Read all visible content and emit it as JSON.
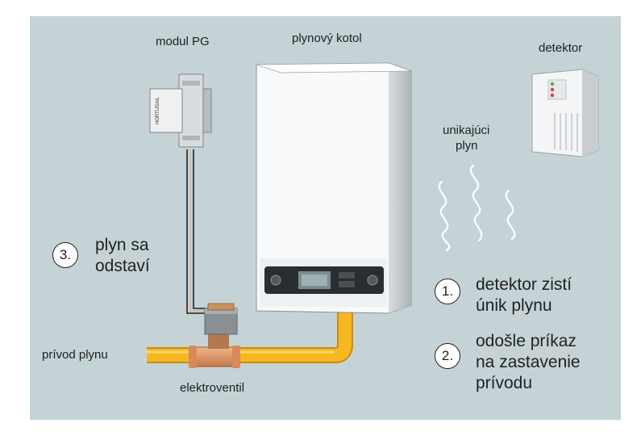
{
  "labels": {
    "modul": "modul PG",
    "kotol": "plynový kotol",
    "detektor": "detektor",
    "unikajuci_1": "unikajúci",
    "unikajuci_2": "plyn",
    "privod": "prívod plynu",
    "elektroventil": "elektroventil",
    "module_side_text": "HORTUSAIL"
  },
  "steps": [
    {
      "number": "1.",
      "line1": "detektor zistí",
      "line2": "únik plynu",
      "line3": ""
    },
    {
      "number": "2.",
      "line1": "odošle príkaz",
      "line2": "na zastavenie",
      "line3": "prívodu"
    },
    {
      "number": "3.",
      "line1": "plyn sa",
      "line2": "odstaví",
      "line3": ""
    }
  ],
  "colors": {
    "background": "#c6d3d6",
    "gas_pipe": "#f5b820",
    "wave": "#ffffff"
  }
}
